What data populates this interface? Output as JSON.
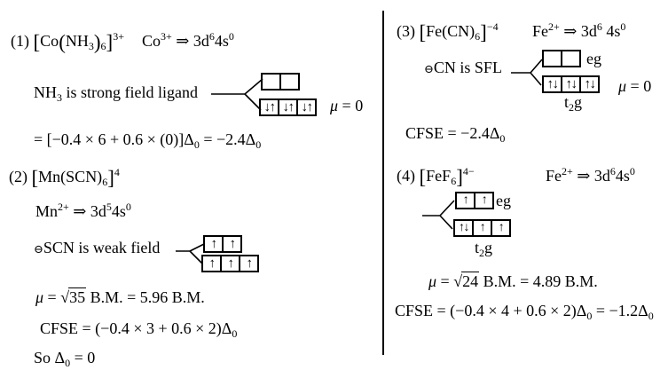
{
  "colors": {
    "text": "#000000",
    "background": "#ffffff",
    "divider": "#000000"
  },
  "i1": {
    "formula": [
      {
        "t": "(1) "
      },
      {
        "t": "[",
        "v": "br"
      },
      {
        "t": "Co"
      },
      {
        "t": "(",
        "v": "br"
      },
      {
        "t": "NH"
      },
      {
        "t": "3",
        "v": "sub"
      },
      {
        "t": ")",
        "v": "br"
      },
      {
        "t": "6",
        "v": "sub"
      },
      {
        "t": "]",
        "v": "br"
      },
      {
        "t": "3+",
        "v": "sup"
      }
    ],
    "config": [
      {
        "t": "Co"
      },
      {
        "t": "3+",
        "v": "sup"
      },
      {
        "t": " ⇒ 3d"
      },
      {
        "t": "6",
        "v": "sup"
      },
      {
        "t": "4s"
      },
      {
        "t": "0",
        "v": "sup"
      }
    ],
    "ligand": [
      {
        "t": "NH"
      },
      {
        "t": "3",
        "v": "sub"
      },
      {
        "t": " is strong field ligand"
      }
    ],
    "mu": [
      {
        "t": "μ",
        "v": "it"
      },
      {
        "t": " = 0"
      }
    ],
    "cfse": [
      {
        "t": "= [−0.4 × 6 + 0.6 × (0)]Δ"
      },
      {
        "t": "0",
        "v": "sub"
      },
      {
        "t": " = −2.4Δ"
      },
      {
        "t": "0",
        "v": "sub"
      }
    ],
    "diagram": {
      "top": [
        "",
        ""
      ],
      "bottom": [
        "↓↑",
        "↓↑",
        "↓↑"
      ]
    }
  },
  "i2": {
    "formula": [
      {
        "t": "(2) "
      },
      {
        "t": "[",
        "v": "br"
      },
      {
        "t": "Mn(SCN)"
      },
      {
        "t": "6",
        "v": "sub"
      },
      {
        "t": "]",
        "v": "br"
      },
      {
        "t": "4",
        "v": "sup"
      }
    ],
    "config": [
      {
        "t": "Mn"
      },
      {
        "t": "2+",
        "v": "sup"
      },
      {
        "t": " ⇒ 3d"
      },
      {
        "t": "5",
        "v": "sup"
      },
      {
        "t": "4s"
      },
      {
        "t": "0",
        "v": "sup"
      }
    ],
    "ligand": [
      {
        "t": "⊖",
        "v": "over"
      },
      {
        "t": "SCN is weak field"
      }
    ],
    "mu": [
      {
        "t": "μ",
        "v": "it"
      },
      {
        "t": " = "
      },
      {
        "t": "√"
      },
      {
        "t": "35",
        "v": "rad"
      },
      {
        "t": " B.M.  = 5.96 B.M."
      }
    ],
    "cfse": [
      {
        "t": "CFSE  = (−0.4 × 3 + 0.6 × 2)Δ"
      },
      {
        "t": "0",
        "v": "sub"
      }
    ],
    "so": [
      {
        "t": "So Δ"
      },
      {
        "t": "0",
        "v": "sub"
      },
      {
        "t": " = 0"
      }
    ],
    "diagram": {
      "top": [
        "↑",
        "↑"
      ],
      "bottom": [
        "↑",
        "↑",
        "↑"
      ]
    }
  },
  "i3": {
    "formula": [
      {
        "t": "(3)  "
      },
      {
        "t": "[",
        "v": "br"
      },
      {
        "t": "Fe(CN)"
      },
      {
        "t": "6",
        "v": "sub"
      },
      {
        "t": "]",
        "v": "br"
      },
      {
        "t": "−4",
        "v": "sup"
      }
    ],
    "config": [
      {
        "t": "Fe"
      },
      {
        "t": "2+",
        "v": "sup"
      },
      {
        "t": " ⇒ 3d"
      },
      {
        "t": "6",
        "v": "sup"
      },
      {
        "t": " 4s"
      },
      {
        "t": "0",
        "v": "sup"
      }
    ],
    "ligand": [
      {
        "t": "⊖",
        "v": "over"
      },
      {
        "t": "CN is SFL"
      }
    ],
    "mu": [
      {
        "t": "μ",
        "v": "it"
      },
      {
        "t": " = 0"
      }
    ],
    "cfse": [
      {
        "t": "CFSE  = −2.4Δ"
      },
      {
        "t": "0",
        "v": "sub"
      }
    ],
    "diagram": {
      "top": [
        "",
        ""
      ],
      "bottom": [
        "↑↓",
        "↑↓",
        "↑↓"
      ],
      "eg": [
        {
          "t": "eg"
        }
      ],
      "t2g": [
        {
          "t": "t"
        },
        {
          "t": "2",
          "v": "sub"
        },
        {
          "t": "g"
        }
      ]
    }
  },
  "i4": {
    "formula": [
      {
        "t": "(4)  "
      },
      {
        "t": "[",
        "v": "br"
      },
      {
        "t": "FeF"
      },
      {
        "t": "6",
        "v": "sub"
      },
      {
        "t": "]",
        "v": "br"
      },
      {
        "t": "4−",
        "v": "sup"
      }
    ],
    "config": [
      {
        "t": "Fe"
      },
      {
        "t": "2+",
        "v": "sup"
      },
      {
        "t": " ⇒ 3d"
      },
      {
        "t": "6",
        "v": "sup"
      },
      {
        "t": "4s"
      },
      {
        "t": "0",
        "v": "sup"
      }
    ],
    "mu": [
      {
        "t": "μ",
        "v": "it"
      },
      {
        "t": " = "
      },
      {
        "t": "√"
      },
      {
        "t": "24",
        "v": "rad"
      },
      {
        "t": " B.M.  = 4.89 B.M."
      }
    ],
    "cfse": [
      {
        "t": "CFSE = (−0.4 × 4 + 0.6 × 2)Δ"
      },
      {
        "t": "0",
        "v": "sub"
      },
      {
        "t": " = −1.2Δ"
      },
      {
        "t": "0",
        "v": "sub"
      }
    ],
    "diagram": {
      "top": [
        "↑",
        "↑"
      ],
      "bottom": [
        "↑↓",
        "↑",
        "↑"
      ],
      "eg": [
        {
          "t": "eg"
        }
      ],
      "t2g": [
        {
          "t": "t"
        },
        {
          "t": "2",
          "v": "sub"
        },
        {
          "t": "g"
        }
      ]
    }
  }
}
